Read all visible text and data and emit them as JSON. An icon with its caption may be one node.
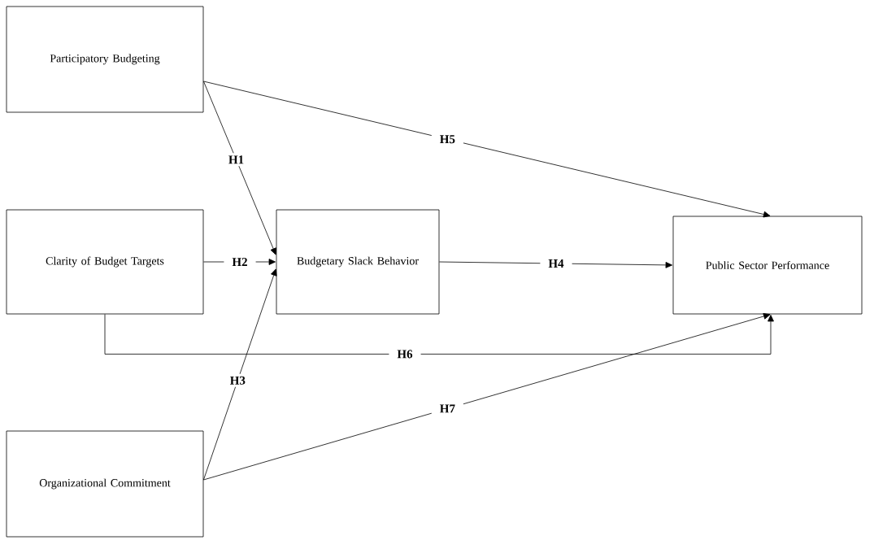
{
  "diagram": {
    "nodes": [
      {
        "text": [
          "Participatory Budgeting"
        ]
      },
      {
        "text": [
          "Clarity of Budget Targets"
        ]
      },
      {
        "text": [
          "Budgetary Slack Behavior"
        ]
      },
      {
        "text": [
          "Public Sector Performance"
        ]
      },
      {
        "text": [
          "Organizational Commitment"
        ]
      }
    ],
    "edges": [
      {
        "from": 0,
        "to": 2,
        "arrow": "to",
        "label": "H1"
      },
      {
        "from": 1,
        "to": 2,
        "arrow": "to",
        "label": "H2"
      },
      {
        "from": 4,
        "to": 2,
        "arrow": "to",
        "label": "H3"
      },
      {
        "from": 2,
        "to": 3,
        "arrow": "to",
        "label": "H4"
      },
      {
        "from": 0,
        "to": 3,
        "arrow": "to",
        "label": "H5"
      },
      {
        "from": 1,
        "to": 3,
        "arrow": "to",
        "label": "H6"
      },
      {
        "from": 4,
        "to": 3,
        "arrow": "to",
        "label": "H7"
      }
    ]
  }
}
